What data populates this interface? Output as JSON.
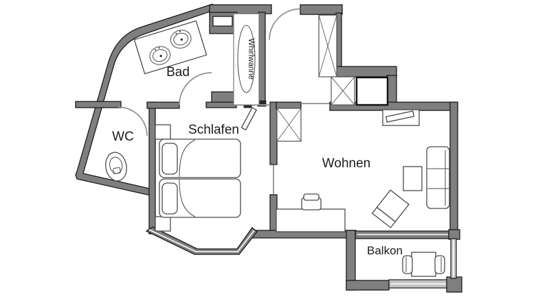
{
  "title": "apartment-floor-plan",
  "rooms": {
    "bad": {
      "label": "Bad"
    },
    "wc": {
      "label": "WC"
    },
    "schlafen": {
      "label": "Schlafen"
    },
    "wohnen": {
      "label": "Wohnen"
    },
    "balkon": {
      "label": "Balkon"
    },
    "whirlwanne": {
      "label": "Whirlwanne"
    }
  },
  "fixtures": {
    "bed": "double-bed-icon",
    "vanity": "double-washbasin-icon",
    "toilet": "toilet-icon",
    "tub": "whirlpool-tub-icon",
    "sofa": "sofa-icon",
    "armchair": "armchair-icon",
    "coffee_table": "coffee-table-icon",
    "desk": "desk-icon",
    "desk_chair": "desk-chair-icon",
    "sideboard": "tv-sideboard-icon",
    "balcony_table": "balcony-table-icon",
    "balcony_chairs": "balcony-chair-icon",
    "wardrobes": "wardrobe-x-icon",
    "shaft": "shaft-icon"
  },
  "colors": {
    "wall": "#7f7f7f",
    "outline": "#1b1b1b",
    "line": "#4a4a4a",
    "railing": "#c3c3c3",
    "text": "#1b1b1b",
    "background": "#ffffff"
  }
}
